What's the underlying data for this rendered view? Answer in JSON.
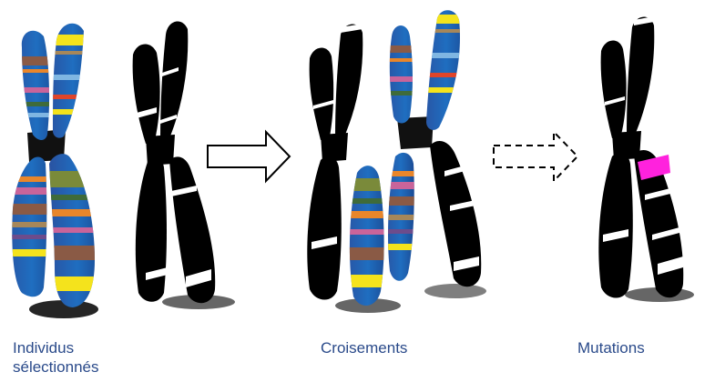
{
  "labels": {
    "selected": [
      "Individus",
      "sélectionnés"
    ],
    "crossover": "Croisements",
    "mutation": "Mutations"
  },
  "colors": {
    "caption_text": "#2a4a8a",
    "chromosome_blue": "#1f5fae",
    "chromosome_dark": "#000000",
    "mutation_marker": "#ff22dd",
    "band_yellow": "#f4e31c",
    "band_orange": "#e9862a",
    "band_red": "#e0452a",
    "band_brown": "#8a5a45",
    "band_pink": "#c9649a",
    "band_green": "#3f6b3a",
    "band_olive": "#7a8a3a",
    "band_lightblue": "#7fb6e2",
    "band_tan": "#a6875a",
    "band_purple": "#6c4c8c"
  },
  "icons": {
    "selection_to_crossover": "solid-right-arrow",
    "crossover_to_mutation": "dashed-right-arrow"
  }
}
